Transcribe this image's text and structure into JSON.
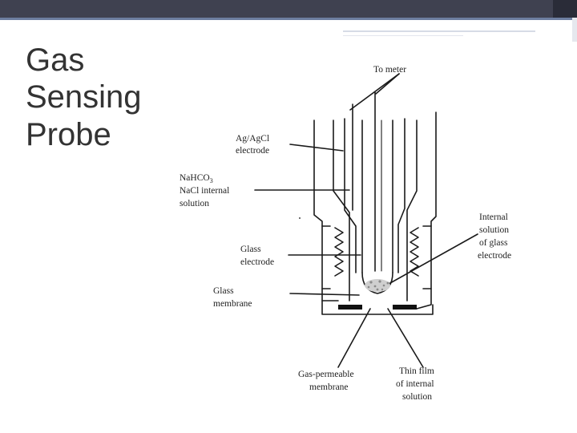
{
  "slide": {
    "title_line1": "Gas",
    "title_line2": "Sensing",
    "title_line3": "Probe"
  },
  "diagram": {
    "labels": {
      "to_meter": "To meter",
      "agagcl_1": "Ag/AgCl",
      "agagcl_2": "electrode",
      "nahco3_1": "NaHCO",
      "nahco3_sub": "3",
      "nahco3_2": "NaCl internal",
      "nahco3_3": "solution",
      "glass_electrode_1": "Glass",
      "glass_electrode_2": "electrode",
      "glass_membrane_1": "Glass",
      "glass_membrane_2": "membrane",
      "internal_solution_1": "Internal",
      "internal_solution_2": "solution",
      "internal_solution_3": "of glass",
      "internal_solution_4": "electrode",
      "gas_perm_1": "Gas-permeable",
      "gas_perm_2": "membrane",
      "thin_film_1": "Thin film",
      "thin_film_2": "of internal",
      "thin_film_3": "solution"
    }
  },
  "colors": {
    "topbar": "#3f4150",
    "title_text": "#333333",
    "line": "#1a1a1a"
  }
}
